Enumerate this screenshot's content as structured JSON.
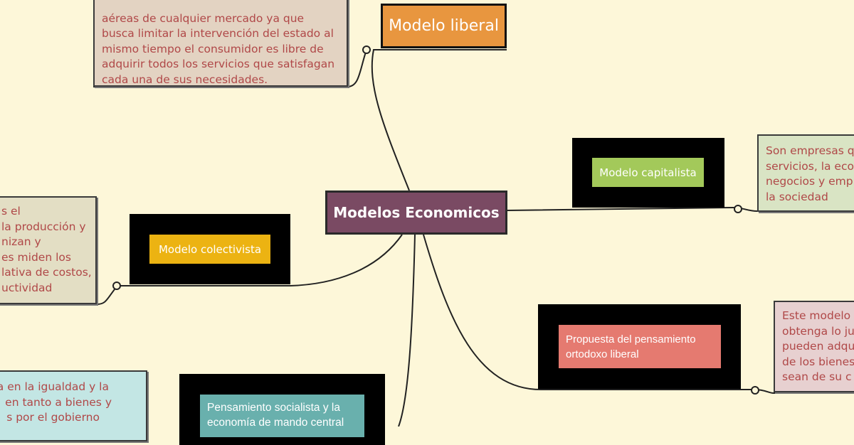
{
  "central": {
    "label": "Modelos Economicos",
    "color": "#7a4a63"
  },
  "branches": {
    "liberal": {
      "label": "Modelo liberal",
      "color": "#e8963f",
      "note": [
        "aéreas de cualquier mercado ya que",
        "busca limitar la intervención del estado al",
        "mismo tiempo el consumidor es libre de",
        "adquirir todos los servicios que satisfagan",
        "cada una de sus necesidades."
      ]
    },
    "capitalista": {
      "label": "Modelo capitalista",
      "color": "#a3c95a",
      "note": [
        "Son empresas q",
        "servicios, la eco",
        "negocios y  emp",
        "la sociedad"
      ]
    },
    "colectivista": {
      "label": "Modelo colectivista",
      "color": "#ecb312",
      "note": [
        "s el",
        "la producción y",
        "nizan y",
        "es miden los",
        "lativa de costos,",
        "uctividad"
      ]
    },
    "propuesta": {
      "label": "Propuesta del pensamiento ortodoxo liberal",
      "color": "#e57a70",
      "note": [
        "Este modelo",
        "obtenga lo ju",
        "pueden adquir",
        "de los bienes,",
        "sean de su c"
      ]
    },
    "socialista": {
      "label": "Pensamiento socialista y la economía de mando central",
      "color": "#69b0ad",
      "note": [
        "sa en la igualdad y la",
        "en tanto a bienes y",
        "s por el gobierno"
      ]
    }
  }
}
